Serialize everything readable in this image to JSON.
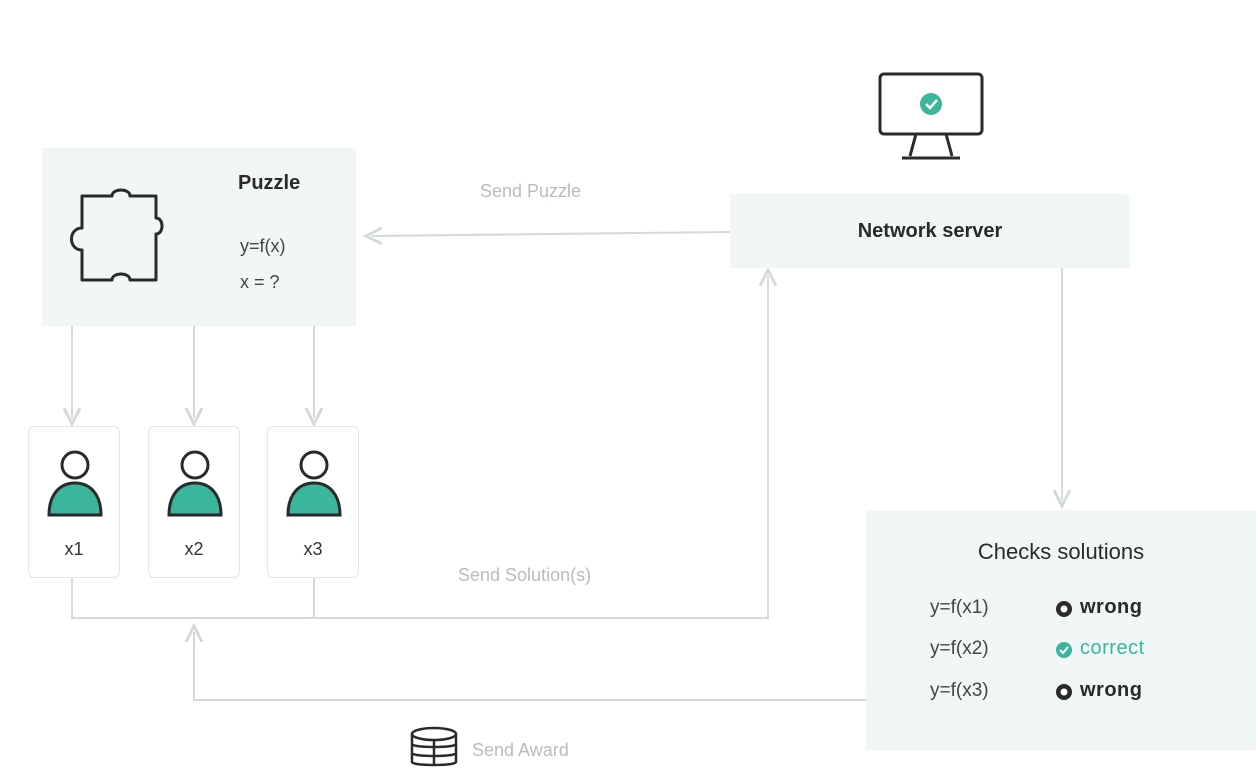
{
  "puzzle": {
    "title": "Puzzle",
    "formula_y": "y=f(x)",
    "formula_x": "x = ?"
  },
  "server": {
    "title": "Network server"
  },
  "edges": {
    "send_puzzle": "Send Puzzle",
    "send_solutions": "Send Solution(s)",
    "send_award": "Send Award"
  },
  "users": [
    {
      "label": "x1"
    },
    {
      "label": "x2"
    },
    {
      "label": "x3"
    }
  ],
  "checks": {
    "title": "Checks solutions",
    "rows": [
      {
        "formula": "y=f(x1)",
        "status": "wrong",
        "color": "#2a2a2a"
      },
      {
        "formula": "y=f(x2)",
        "status": "correct",
        "color": "#3bb59c"
      },
      {
        "formula": "y=f(x3)",
        "status": "wrong",
        "color": "#2a2a2a"
      }
    ]
  },
  "colors": {
    "accent": "#3bb59c",
    "box_bg": "#f0f7f6",
    "line": "#d4d9d9",
    "dark": "#2a2a2a"
  },
  "icons": {
    "monitor": "monitor-check-icon",
    "puzzle": "puzzle-piece-icon",
    "user": "user-icon",
    "award": "coins-stack-icon"
  }
}
